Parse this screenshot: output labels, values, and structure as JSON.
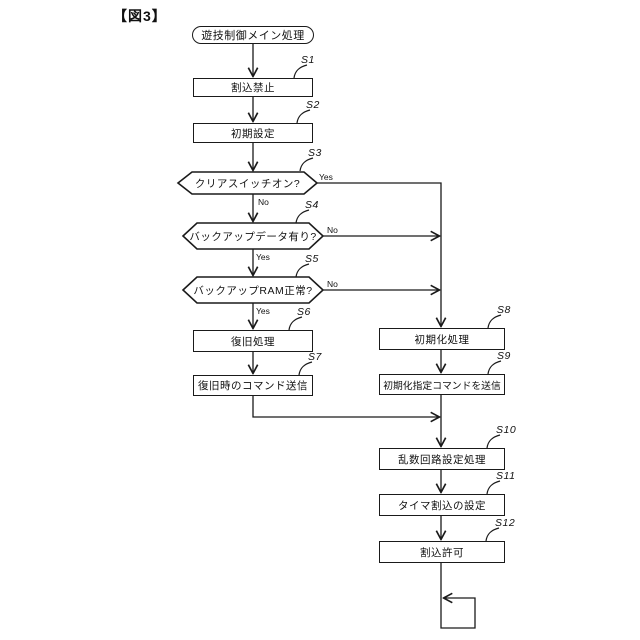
{
  "figure": {
    "title": "【図3】"
  },
  "flowchart": {
    "start": {
      "label": "遊技制御メイン処理"
    },
    "steps": {
      "s1": {
        "id": "S1",
        "label": "割込禁止",
        "type": "process"
      },
      "s2": {
        "id": "S2",
        "label": "初期設定",
        "type": "process"
      },
      "s3": {
        "id": "S3",
        "label": "クリアスイッチオン?",
        "type": "decision"
      },
      "s4": {
        "id": "S4",
        "label": "バックアップデータ有り?",
        "type": "decision"
      },
      "s5": {
        "id": "S5",
        "label": "バックアップRAM正常?",
        "type": "decision"
      },
      "s6": {
        "id": "S6",
        "label": "復旧処理",
        "type": "process"
      },
      "s7": {
        "id": "S7",
        "label": "復旧時のコマンド送信",
        "type": "process"
      },
      "s8": {
        "id": "S8",
        "label": "初期化処理",
        "type": "process"
      },
      "s9": {
        "id": "S9",
        "label": "初期化指定コマンドを送信",
        "type": "process"
      },
      "s10": {
        "id": "S10",
        "label": "乱数回路設定処理",
        "type": "process"
      },
      "s11": {
        "id": "S11",
        "label": "タイマ割込の設定",
        "type": "process"
      },
      "s12": {
        "id": "S12",
        "label": "割込許可",
        "type": "process"
      }
    },
    "branches": {
      "s3_yes": "Yes",
      "s3_no": "No",
      "s4_no": "No",
      "s4_yes": "Yes",
      "s5_no": "No",
      "s5_yes": "Yes"
    },
    "colors": {
      "line": "#1a1a1a",
      "background": "#ffffff"
    }
  }
}
